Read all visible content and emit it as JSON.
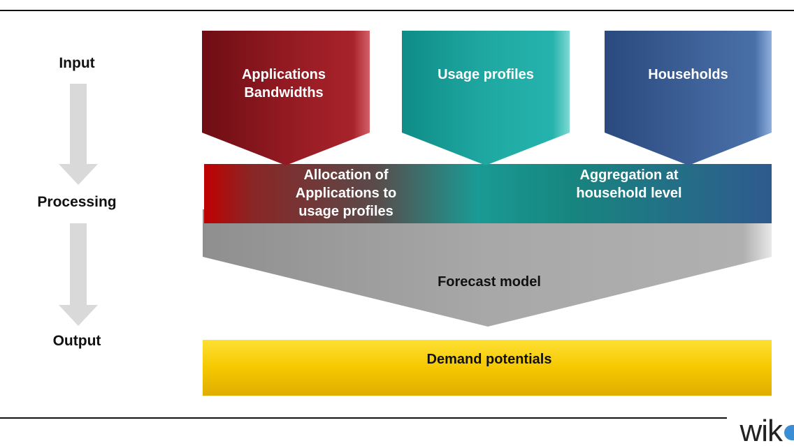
{
  "stages": {
    "input": "Input",
    "processing": "Processing",
    "output": "Output"
  },
  "inputs": {
    "applications": [
      "Applications",
      "Bandwidths"
    ],
    "usage_profiles": "Usage profiles",
    "households": "Households"
  },
  "processing": {
    "allocation": [
      "Allocation of",
      "Applications to",
      "usage profiles"
    ],
    "aggregation": [
      "Aggregation at",
      "household level"
    ]
  },
  "forecast": "Forecast model",
  "output": "Demand potentials",
  "logo": "wik",
  "colors": {
    "applications": "#8b1a22",
    "usage_profiles": "#1aa39e",
    "households": "#3c5f96",
    "processing_band": "#1e7f8f",
    "forecast": "#a6a6a6",
    "output": "#f2c900",
    "stage_arrow": "#d9d9d9"
  }
}
